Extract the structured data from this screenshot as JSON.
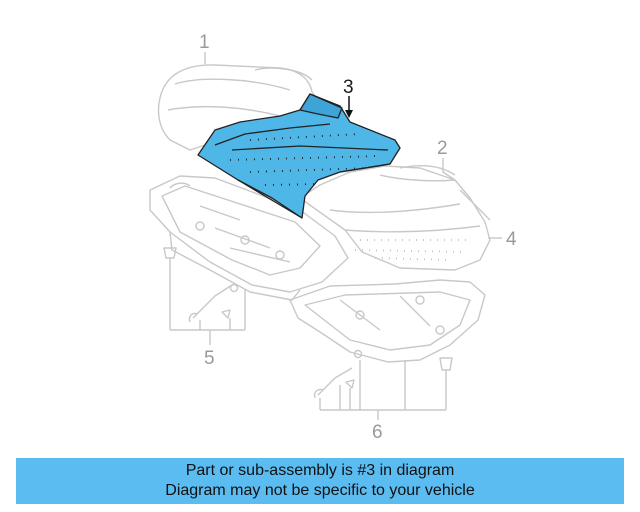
{
  "diagram": {
    "callouts": [
      "1",
      "2",
      "3",
      "4",
      "5",
      "6"
    ],
    "highlight_color": "#4fb6e8",
    "ghost_line_color": "#c8c8c8"
  },
  "caption": {
    "line1": "Part or sub-assembly is #3 in diagram",
    "line2": "Diagram may not be specific to your vehicle",
    "background": "#5bbcf2"
  }
}
